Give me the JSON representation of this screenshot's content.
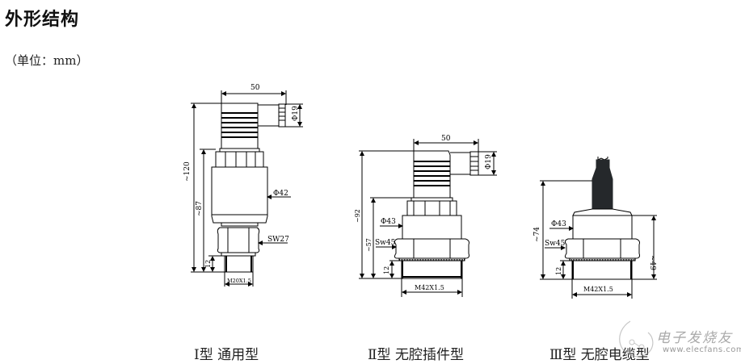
{
  "header": {
    "title": "外形结构",
    "unit_note": "（单位：mm）"
  },
  "drawings": [
    {
      "id": "type-1",
      "caption": "Ⅰ型  通用型",
      "dimensions": {
        "connector_width": "50",
        "connector_dia": "Φ19",
        "total_height": "~120",
        "body_height": "~87",
        "body_dia": "Φ42",
        "hex": "SW27",
        "thread_len": "12",
        "thread": "M20X1.5"
      }
    },
    {
      "id": "type-2",
      "caption": "Ⅱ型  无腔插件型",
      "dimensions": {
        "connector_width": "50",
        "connector_dia": "Φ19",
        "total_height": "~92",
        "body_height": "~57",
        "body_dia": "Φ43",
        "hex": "Sw45",
        "thread_len": "12",
        "thread": "M42X1.5"
      }
    },
    {
      "id": "type-3",
      "caption": "Ⅲ型  无腔电缆型",
      "dimensions": {
        "total_height": "~74",
        "body_height": "~49",
        "body_dia": "Φ43",
        "hex": "Sw45",
        "thread_len": "12",
        "thread": "M42X1.5"
      }
    }
  ],
  "watermark": {
    "brand_cn": "电子发烧友",
    "url": "www.elecfans.com"
  }
}
